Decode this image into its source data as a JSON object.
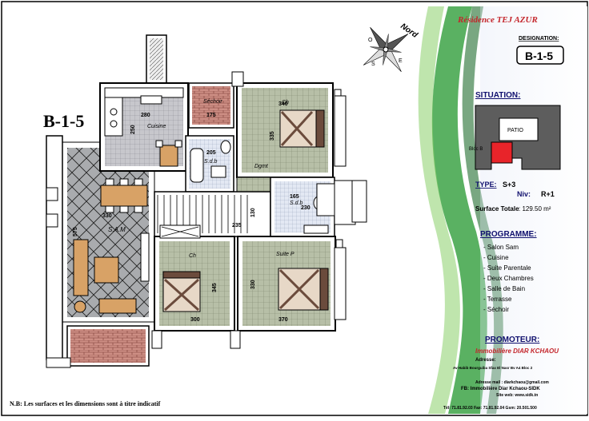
{
  "plan": {
    "unit_code": "B-1-5",
    "rooms": {
      "kitchen": "Cuisine",
      "shower": "Séchoir",
      "bath": "S.d.b",
      "corridor": "Dgmt",
      "bath2": "S.d.b",
      "living": "S.A.M",
      "room1": "Ch",
      "room2": "Ch",
      "suite": "Suite P"
    },
    "dimensions": {
      "d_kitchen_w": "280",
      "d_kitchen_h": "250",
      "d_shower": "175",
      "d_bath": "205",
      "d_room1_w": "340",
      "d_room1_h": "335",
      "d_living_w": "330",
      "d_living_h": "575",
      "d_hall": "235",
      "d_hall2": "130",
      "d_bath2_w": "165",
      "d_bath2_h": "230",
      "d_room2_w": "300",
      "d_room2_h": "345",
      "d_suite_w": "370",
      "d_suite_h": "330"
    },
    "footnote": "N.B: Les surfaces et les dimensions sont à titre indicatif"
  },
  "compass": {
    "label": "Nord",
    "east": "E",
    "west": "O",
    "south": "S"
  },
  "info": {
    "residence": "Résidence TEJ AZUR",
    "designation_label": "DESIGNATION:",
    "designation_value": "B-1-5",
    "situation_label": "SITUATION:",
    "patio": "PATIO",
    "bloc": "Bloc B",
    "type_label": "TYPE:",
    "type_value": "S+3",
    "niv_label": "Niv:",
    "niv_value": "R+1",
    "surface_label": "Surface Totale",
    "surface_value": ": 129.50 m²",
    "programme_label": "PROGRAMME:",
    "programme_items": [
      "- Salon Sam",
      "- Cuisine",
      "- Suite Parentale",
      "- Deux Chambres",
      "- Salle de Bain",
      "- Terrasse",
      "- Séchoir"
    ],
    "promoteur_label": "PROMOTEUR:",
    "promoteur_name": "Immobilière DIAR KCHAOU",
    "address_label": "Adresse:",
    "address_line": "Av Habib Bourguiba Sfax   El Nasr   Bv A4 Bloc 2",
    "email_line": "Adresse mail : diarkchaou@gmail.com",
    "fb_line": "FB: Immobilière Diar Kchaou-SIDK",
    "site_line": "Site web: www.sidk.tn",
    "phone_line": "Tél: 71.81.92.03   Fax: 71.81.92.04   Gsm: 20.501.500"
  },
  "colors": {
    "tile_green": "#b7bfa7",
    "wall": "#2a2a2a",
    "brick": "#c98a80",
    "accent_red": "#e8242a",
    "title_red": "#c4262c",
    "green_swoosh": "#3da346",
    "blue_text": "#10106e"
  }
}
